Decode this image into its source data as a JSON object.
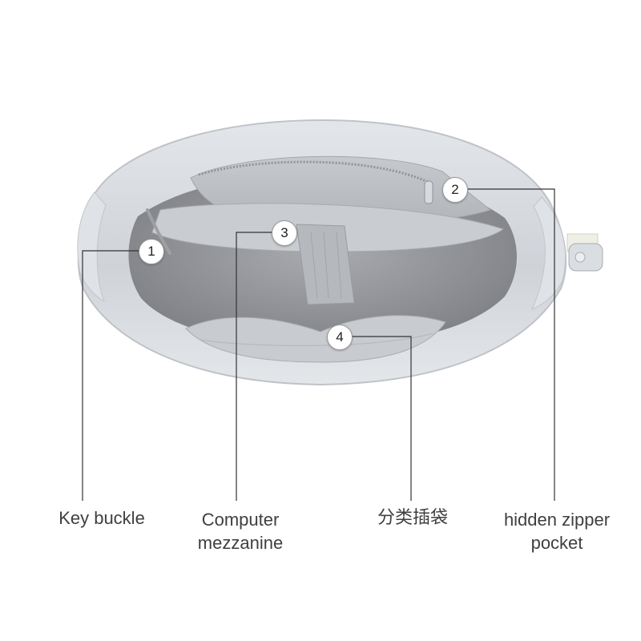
{
  "callouts": [
    {
      "number": "1",
      "label": "Key buckle"
    },
    {
      "number": "3",
      "label": "Computer\nmezzanine"
    },
    {
      "number": "4",
      "label": "分类插袋"
    },
    {
      "number": "2",
      "label": "hidden zipper\npocket"
    }
  ],
  "colors": {
    "background": "#ffffff",
    "bag_outer": "#d2d6db",
    "bag_lining": "#9a9ca0",
    "leader_line": "#333333",
    "label_text": "#3f3f3f"
  }
}
